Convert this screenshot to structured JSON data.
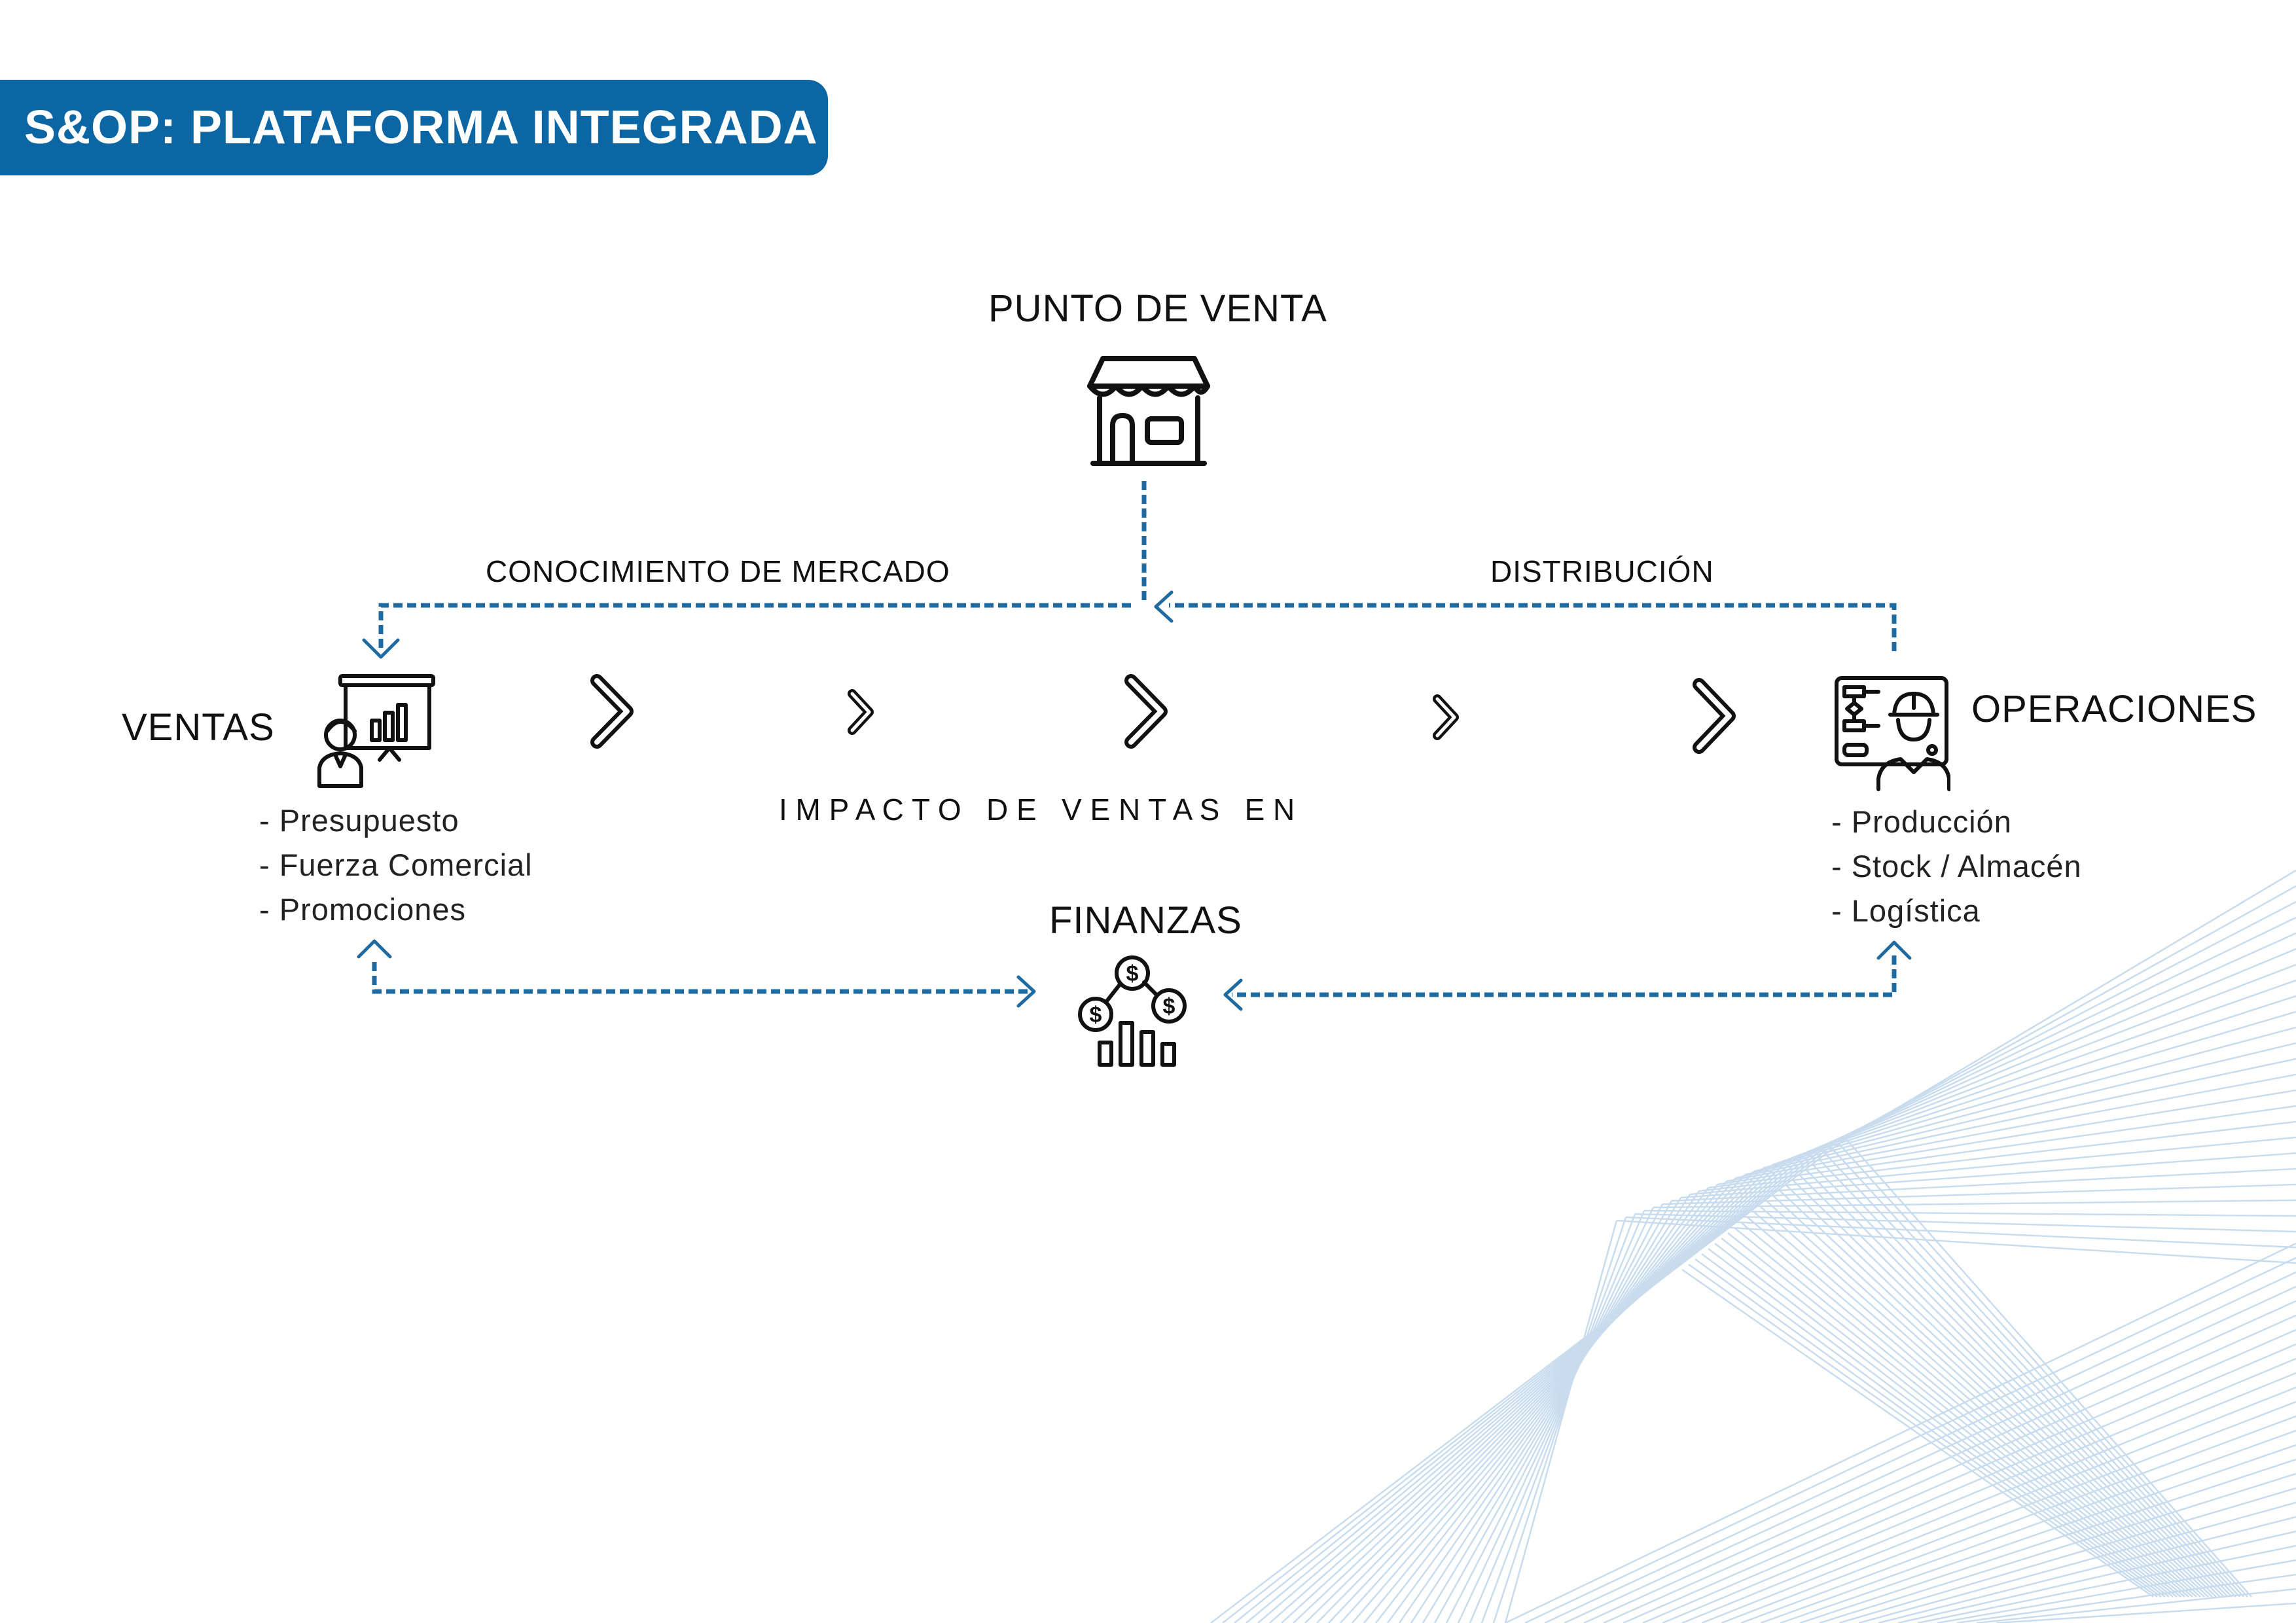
{
  "header": {
    "title": "S&OP: PLATAFORMA INTEGRADA"
  },
  "nodes": {
    "punto_de_venta": {
      "label": "PUNTO DE VENTA",
      "icon": "store-icon"
    },
    "ventas": {
      "label": "VENTAS",
      "icon": "presentation-icon",
      "items": [
        "- Presupuesto",
        "- Fuerza Comercial",
        "- Promociones"
      ]
    },
    "operaciones": {
      "label": "OPERACIONES",
      "icon": "worker-dashboard-icon",
      "items": [
        "- Producción",
        "- Stock / Almacén",
        "- Logística"
      ]
    },
    "finanzas": {
      "label": "FINANZAS",
      "icon": "money-chart-icon"
    }
  },
  "flows": {
    "conocimiento": "CONOCIMIENTO DE MERCADO",
    "distribucion": "DISTRIBUCIÓN"
  },
  "banner": {
    "text": "I M P A C T O   D E   V E N T A S   E N"
  },
  "colors": {
    "brand": "#0b66a3",
    "connector": "#1f6aa0",
    "decor": "#c8dcee"
  }
}
